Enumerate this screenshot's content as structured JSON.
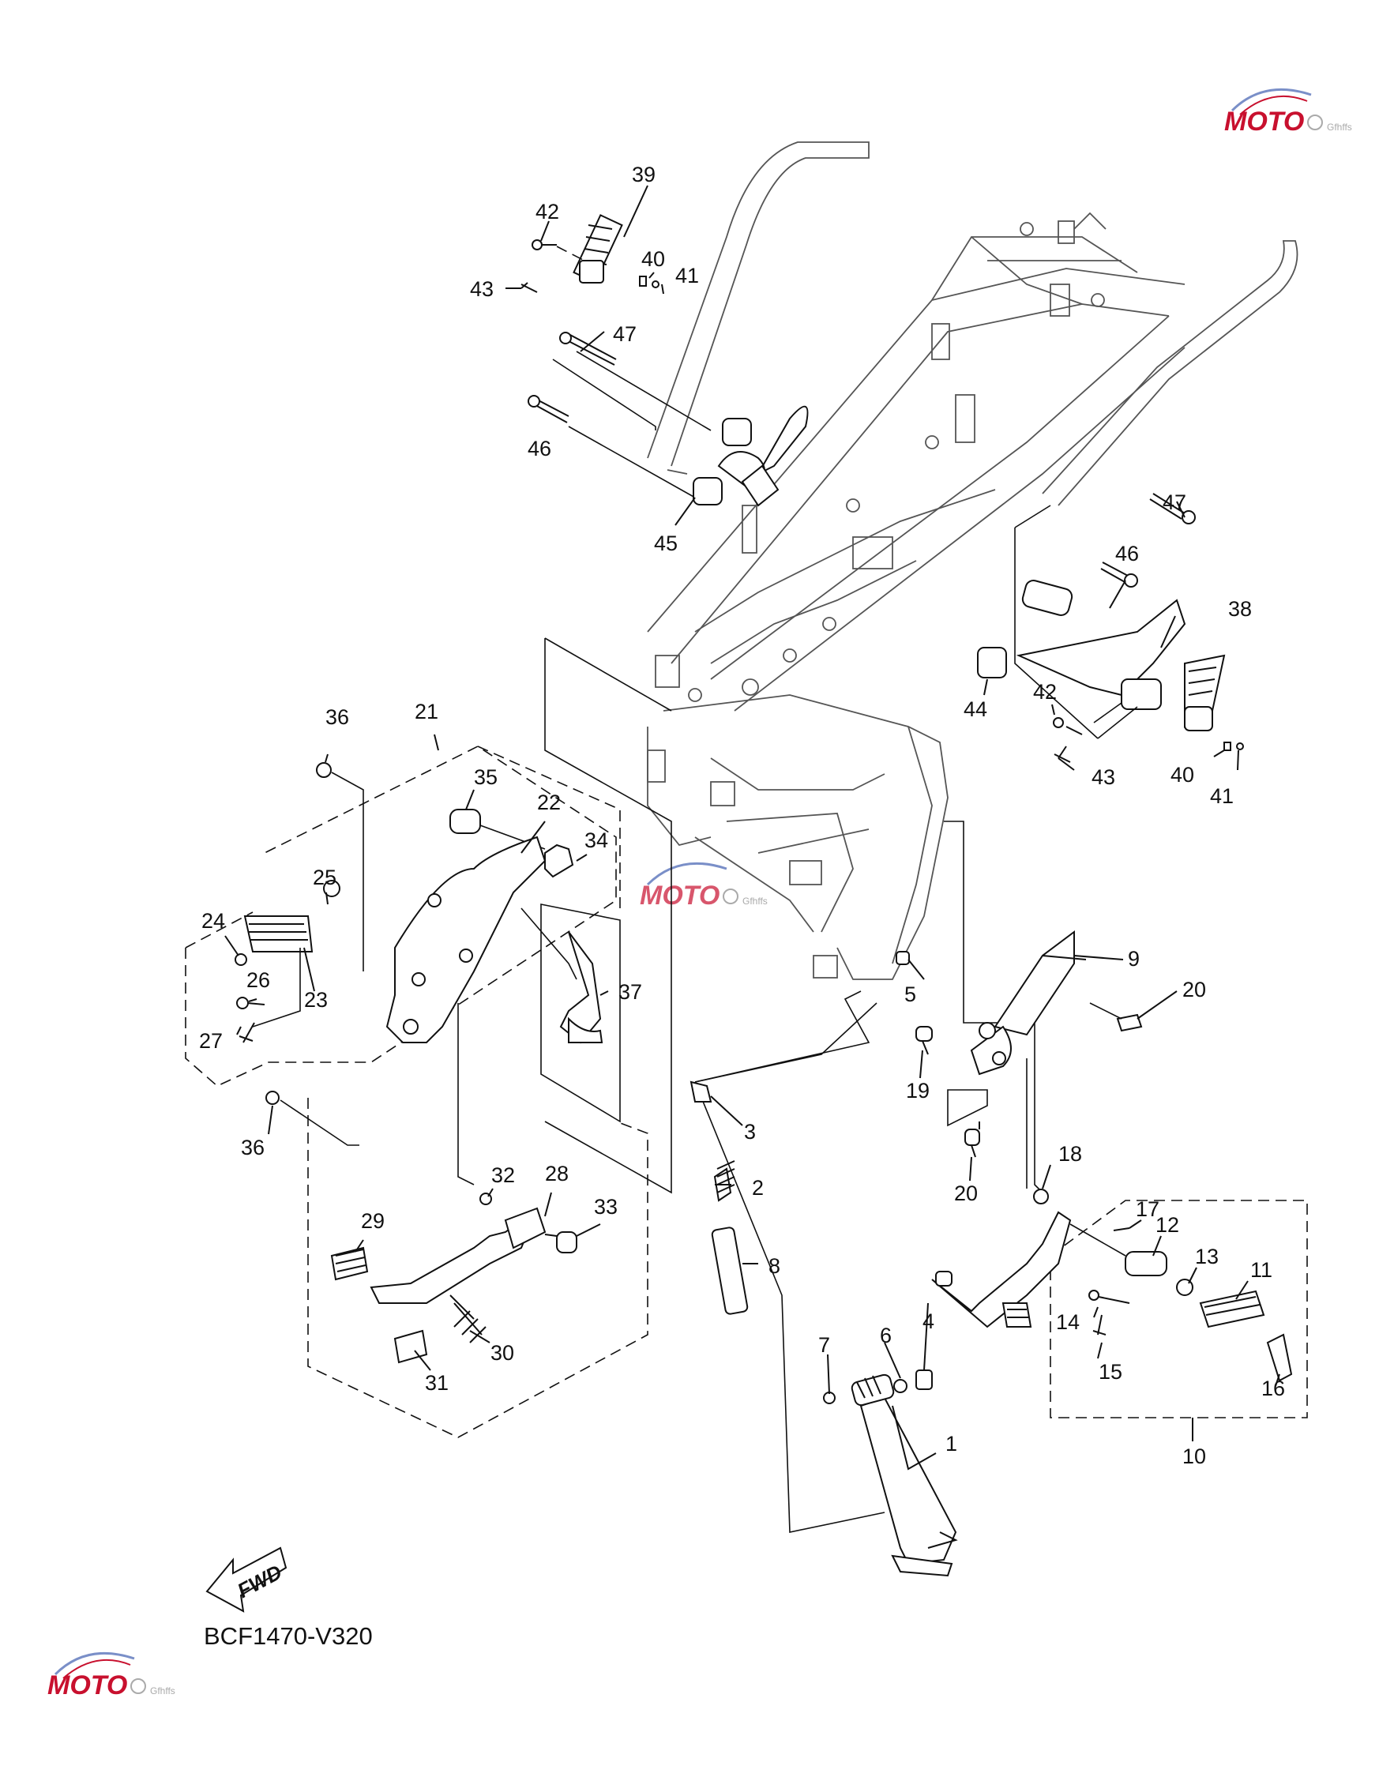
{
  "diagram_code": "BCF1470-V320",
  "fwd_label": "FWD",
  "watermark": {
    "text": "MOTO",
    "sub": "Gfhffs",
    "color": "#c8102e"
  },
  "callouts": [
    {
      "id": "c1",
      "text": "1"
    },
    {
      "id": "c2",
      "text": "2"
    },
    {
      "id": "c3",
      "text": "3"
    },
    {
      "id": "c4",
      "text": "4"
    },
    {
      "id": "c5",
      "text": "5"
    },
    {
      "id": "c6",
      "text": "6"
    },
    {
      "id": "c7",
      "text": "7"
    },
    {
      "id": "c8",
      "text": "8"
    },
    {
      "id": "c9",
      "text": "9"
    },
    {
      "id": "c10",
      "text": "10"
    },
    {
      "id": "c11",
      "text": "11"
    },
    {
      "id": "c12",
      "text": "12"
    },
    {
      "id": "c13",
      "text": "13"
    },
    {
      "id": "c14",
      "text": "14"
    },
    {
      "id": "c15",
      "text": "15"
    },
    {
      "id": "c16",
      "text": "16"
    },
    {
      "id": "c17",
      "text": "17"
    },
    {
      "id": "c18",
      "text": "18"
    },
    {
      "id": "c19",
      "text": "19"
    },
    {
      "id": "c20a",
      "text": "20"
    },
    {
      "id": "c20b",
      "text": "20"
    },
    {
      "id": "c21",
      "text": "21"
    },
    {
      "id": "c22",
      "text": "22"
    },
    {
      "id": "c23",
      "text": "23"
    },
    {
      "id": "c24",
      "text": "24"
    },
    {
      "id": "c25",
      "text": "25"
    },
    {
      "id": "c26",
      "text": "26"
    },
    {
      "id": "c27",
      "text": "27"
    },
    {
      "id": "c28",
      "text": "28"
    },
    {
      "id": "c29",
      "text": "29"
    },
    {
      "id": "c30",
      "text": "30"
    },
    {
      "id": "c31",
      "text": "31"
    },
    {
      "id": "c32",
      "text": "32"
    },
    {
      "id": "c33",
      "text": "33"
    },
    {
      "id": "c34",
      "text": "34"
    },
    {
      "id": "c35",
      "text": "35"
    },
    {
      "id": "c36a",
      "text": "36"
    },
    {
      "id": "c36b",
      "text": "36"
    },
    {
      "id": "c37",
      "text": "37"
    },
    {
      "id": "c38",
      "text": "38"
    },
    {
      "id": "c39",
      "text": "39"
    },
    {
      "id": "c40a",
      "text": "40"
    },
    {
      "id": "c40b",
      "text": "40"
    },
    {
      "id": "c41a",
      "text": "41"
    },
    {
      "id": "c41b",
      "text": "41"
    },
    {
      "id": "c42a",
      "text": "42"
    },
    {
      "id": "c42b",
      "text": "42"
    },
    {
      "id": "c43a",
      "text": "43"
    },
    {
      "id": "c43b",
      "text": "43"
    },
    {
      "id": "c44",
      "text": "44"
    },
    {
      "id": "c45",
      "text": "45"
    },
    {
      "id": "c46a",
      "text": "46"
    },
    {
      "id": "c46b",
      "text": "46"
    },
    {
      "id": "c47a",
      "text": "47"
    },
    {
      "id": "c47b",
      "text": "47"
    }
  ]
}
